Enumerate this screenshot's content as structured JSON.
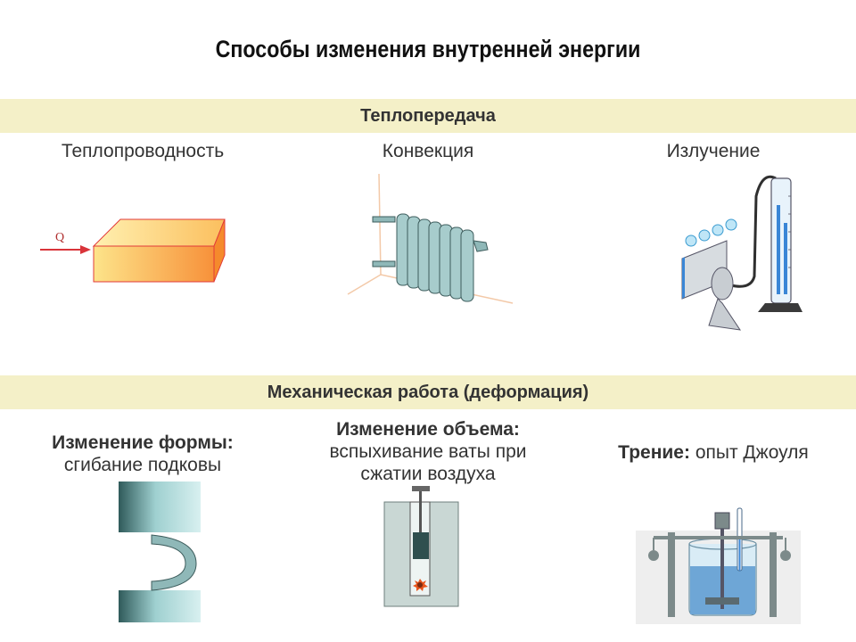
{
  "title": "Способы изменения внутренней энергии",
  "heat_transfer": {
    "header": "Теплопередача",
    "items": [
      {
        "label": "Теплопроводность",
        "icon": "heated-block-icon",
        "arrow_label": "Q"
      },
      {
        "label": "Конвекция",
        "icon": "radiator-icon"
      },
      {
        "label": "Излучение",
        "icon": "radiation-apparatus-icon"
      }
    ]
  },
  "mechanical_work": {
    "header": "Механическая работа (деформация)",
    "items": [
      {
        "title": "Изменение формы:",
        "text": "сгибание подковы",
        "icon": "horseshoe-icon"
      },
      {
        "title": "Изменение объема:",
        "text": "вспыхивание ваты при сжатии воздуха",
        "icon": "fire-syringe-icon"
      },
      {
        "title": "Трение:",
        "text": "опыт Джоуля",
        "icon": "joule-apparatus-icon"
      }
    ]
  },
  "colors": {
    "band": "#f4f0c8",
    "block": "#f8b654",
    "arrow": "#d9343a",
    "metal": "#8fb8b8"
  }
}
